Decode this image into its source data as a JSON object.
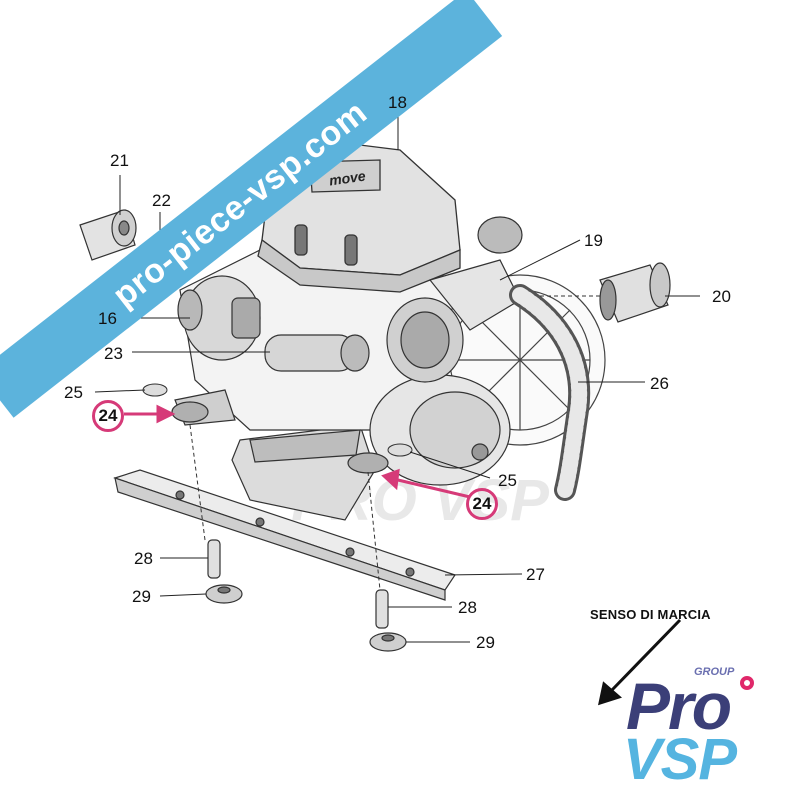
{
  "watermark": {
    "text": "pro-piece-vsp.com"
  },
  "faint_watermark": {
    "text": "PRO VSP"
  },
  "callouts": {
    "c18": "18",
    "c19": "19",
    "c20": "20",
    "c21": "21",
    "c22": "22",
    "c16": "16",
    "c23": "23",
    "c25a": "25",
    "c24a": "24",
    "c26": "26",
    "c25b": "25",
    "c24b": "24",
    "c27": "27",
    "c28a": "28",
    "c29a": "29",
    "c28b": "28",
    "c29b": "29"
  },
  "engine_cover_badge": "move",
  "direction_label": "SENSO DI MARCIA",
  "logo": {
    "group": "GROUP",
    "pro": "Pro",
    "vsp": "VSP"
  },
  "colors": {
    "banner": "#5cb3dc",
    "highlight": "#d63a78",
    "logo_dark": "#3b3f78",
    "logo_light": "#55b4e0",
    "logo_accent": "#e0286a"
  }
}
